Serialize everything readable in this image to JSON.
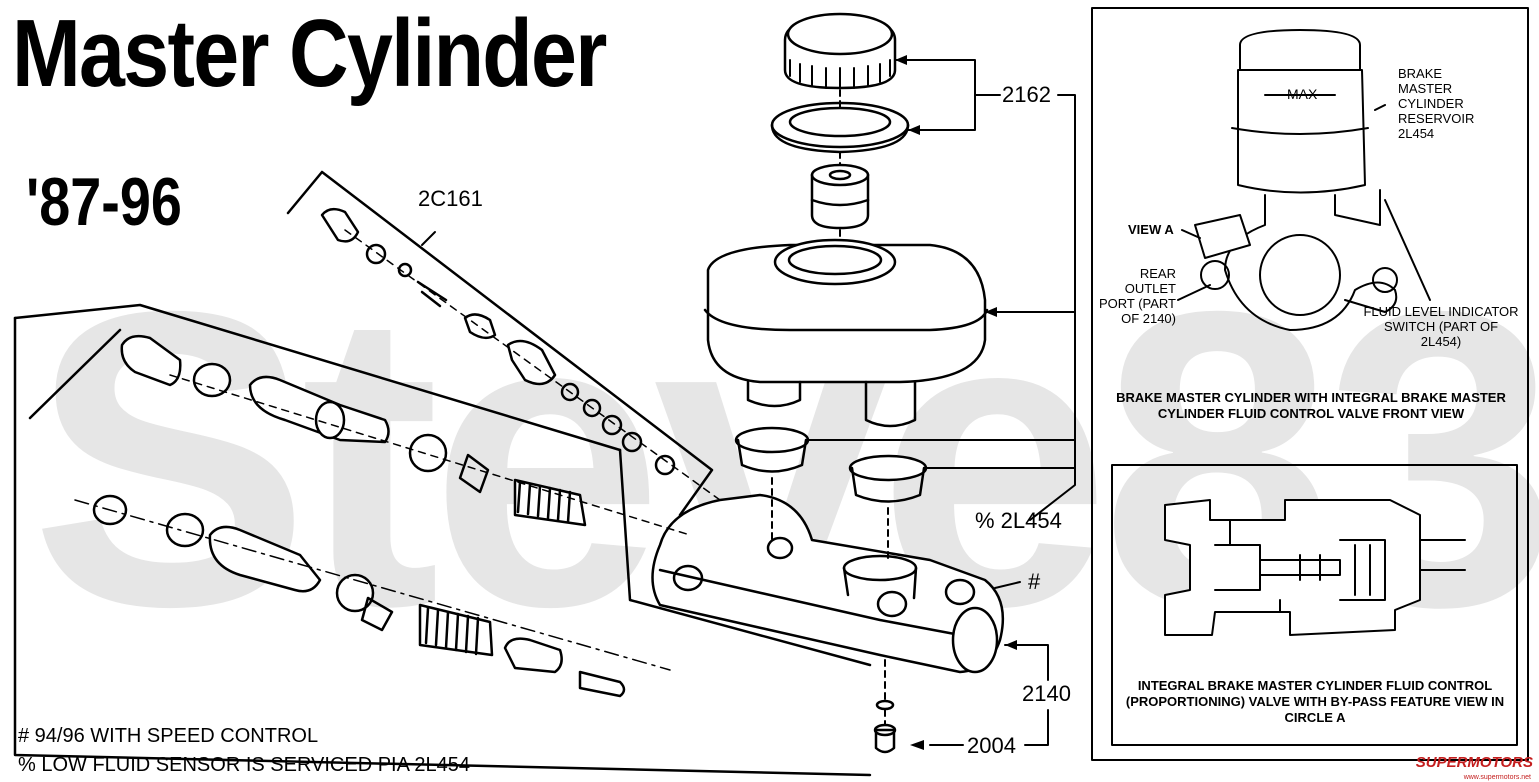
{
  "title": "Master Cylinder",
  "years": "'87-96",
  "watermark": "Steve83",
  "part_numbers": {
    "p2162": "2162",
    "p2c161": "2C161",
    "p2l454": "% 2L454",
    "hash": "#",
    "p2140": "2140",
    "p2004": "2004"
  },
  "notes": {
    "note1": "# 94/96 WITH  SPEED CONTROL",
    "note2": "% LOW FLUID SENSOR IS SERVICED PIA 2L454"
  },
  "inset_front": {
    "max_label": "MAX",
    "reservoir_label": "BRAKE MASTER CYLINDER RESERVOIR 2L454",
    "view_a": "VIEW A",
    "rear_outlet": "REAR OUTLET PORT (PART OF 2140)",
    "fluid_level": "FLUID LEVEL INDICATOR SWITCH (PART OF 2L454)",
    "caption": "BRAKE MASTER CYLINDER WITH INTEGRAL BRAKE MASTER CYLINDER FLUID CONTROL VALVE FRONT VIEW"
  },
  "inset_valve": {
    "caption": "INTEGRAL BRAKE MASTER CYLINDER FLUID CONTROL (PROPORTIONING) VALVE WITH BY-PASS FEATURE VIEW IN CIRCLE A"
  },
  "logo": {
    "name": "SUPERMOTORS",
    "url": "www.supermotors.net"
  },
  "colors": {
    "ink": "#000000",
    "watermark": "#e6e6e6",
    "logo": "#c41e1e"
  }
}
